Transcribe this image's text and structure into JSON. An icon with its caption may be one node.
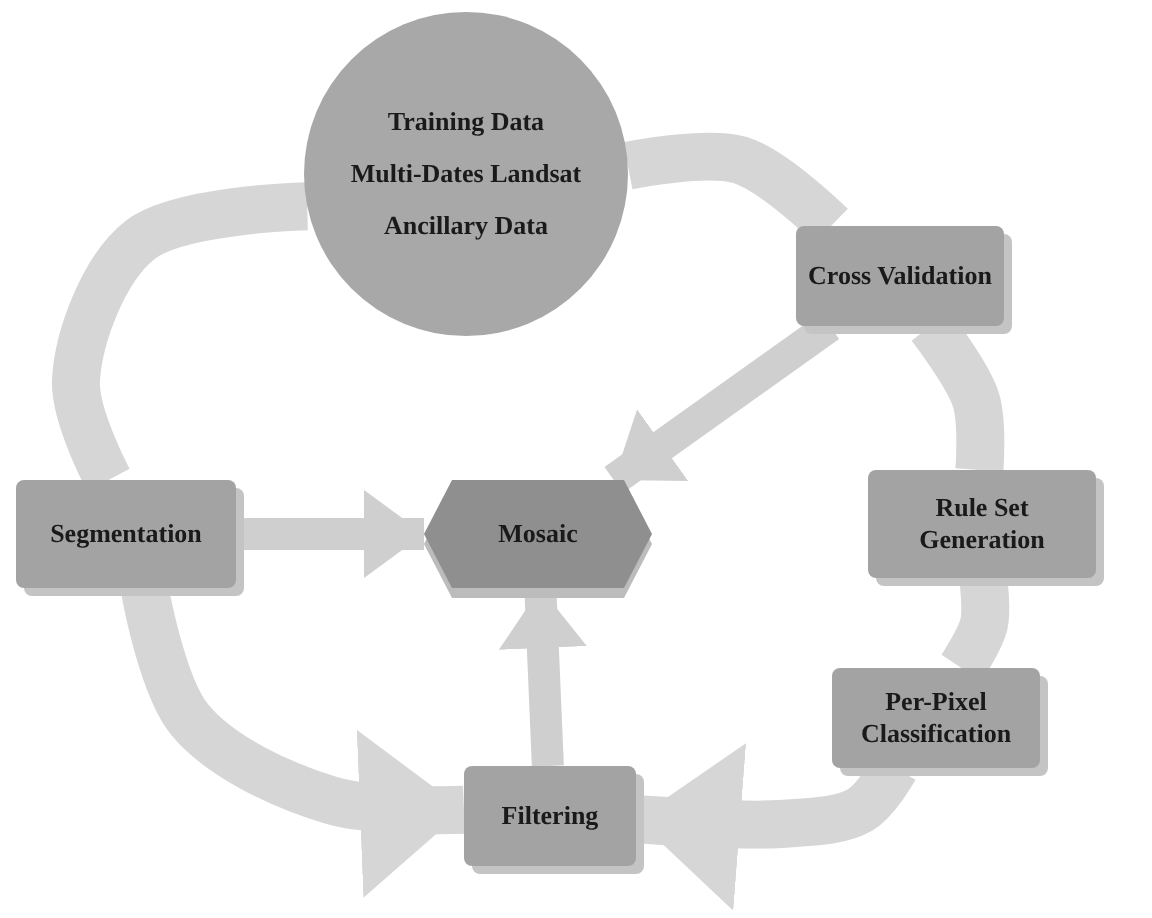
{
  "diagram": {
    "nodes": [
      {
        "text": [
          "Training Data",
          "Multi-Dates Landsat",
          "Ancillary Data"
        ]
      },
      {
        "text": [
          "Cross Validation"
        ]
      },
      {
        "text": [
          "Segmentation"
        ]
      },
      {
        "text": [
          "Mosaic"
        ]
      },
      {
        "text": [
          "Rule Set Generation"
        ]
      },
      {
        "text": [
          "Per-Pixel Classification"
        ]
      },
      {
        "text": [
          "Filtering"
        ]
      }
    ],
    "edges": [
      {
        "from": 0,
        "to": 1,
        "arrow": "none"
      },
      {
        "from": 1,
        "to": 4,
        "arrow": "none"
      },
      {
        "from": 4,
        "to": 5,
        "arrow": "none"
      },
      {
        "from": 5,
        "to": 6,
        "arrow": "to"
      },
      {
        "from": 0,
        "to": 2,
        "arrow": "none"
      },
      {
        "from": 2,
        "to": 6,
        "arrow": "to"
      },
      {
        "from": 2,
        "to": 3,
        "arrow": "to"
      },
      {
        "from": 1,
        "to": 3,
        "arrow": "to"
      },
      {
        "from": 6,
        "to": 3,
        "arrow": "to"
      }
    ]
  }
}
